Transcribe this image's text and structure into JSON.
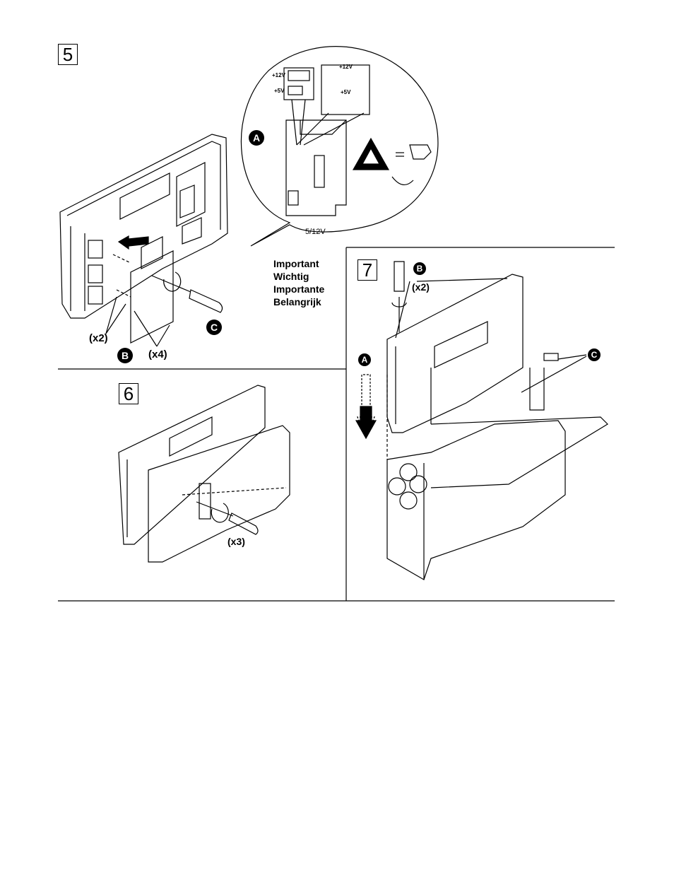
{
  "steps": {
    "step5": "5",
    "step6": "6",
    "step7": "7"
  },
  "callouts": {
    "a": "A",
    "b": "B",
    "c": "C"
  },
  "step5": {
    "x2": "(x2)",
    "x4": "(x4)",
    "inset_caption": "5/12V",
    "plus12v": "+12V",
    "plus5v": "+5V"
  },
  "important": [
    "Important",
    "Wichtig",
    "Importante",
    "Belangrijk"
  ],
  "step6": {
    "x3": "(x3)"
  },
  "step7": {
    "x2": "(x2)"
  },
  "icons": [
    "screwdriver-icon",
    "esd-warning-icon",
    "wrist-strap-icon",
    "arrow-icon"
  ]
}
